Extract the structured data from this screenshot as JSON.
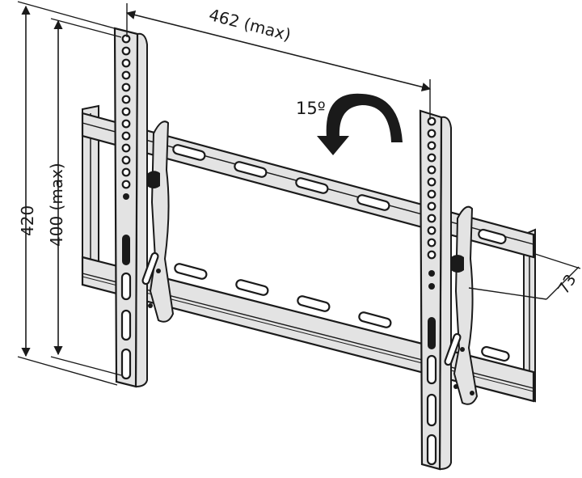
{
  "figure": {
    "subject": "Tilting TV wall mount bracket",
    "style": "technical line drawing",
    "colors": {
      "line": "#1a1a1a",
      "metal_fill": "#e3e3e3",
      "background": "#ffffff"
    }
  },
  "dimensions": {
    "width_max": {
      "label": "462 (max)",
      "value": 462,
      "qualifier": "max"
    },
    "height_overall": {
      "label": "420",
      "value": 420
    },
    "height_max": {
      "label": "400 (max)",
      "value": 400,
      "qualifier": "max"
    },
    "depth": {
      "label": "73",
      "value": 73
    }
  },
  "tilt": {
    "label": "15º",
    "degrees": 15,
    "icon": "curved-arrow-icon"
  },
  "parts": {
    "left_vertical_arm": {
      "hole_count": 13,
      "slot_count": 4
    },
    "right_vertical_arm": {
      "hole_count": 14,
      "slot_count": 4
    },
    "top_rail": {
      "slot_count": 4
    },
    "bottom_rail": {
      "slot_count": 4
    },
    "wall_plate_frame": {
      "sides": 2
    }
  }
}
